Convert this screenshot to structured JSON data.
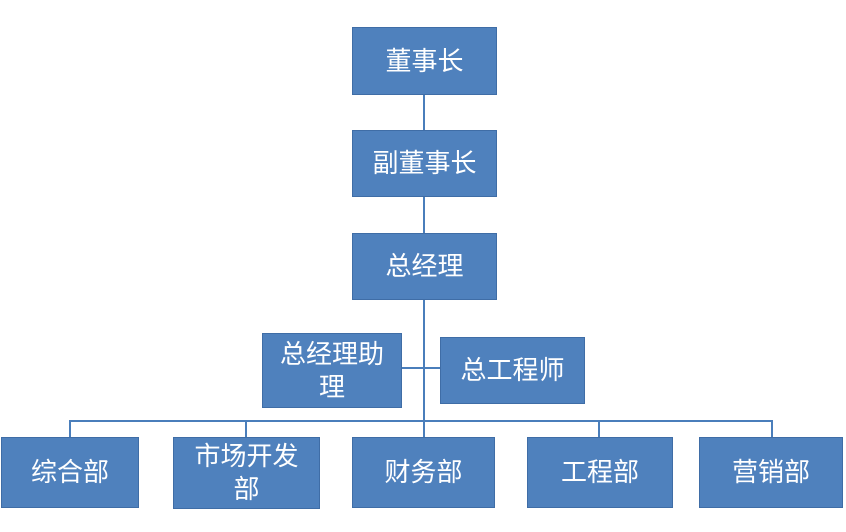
{
  "diagram": {
    "type": "org-chart",
    "background_color": "#ffffff",
    "node_fill_color": "#4f81bd",
    "node_border_color": "#3f6da6",
    "connector_color": "#4a7ebb",
    "text_color": "#ffffff"
  },
  "nodes": {
    "chairman": {
      "label": "董事长",
      "level": 1
    },
    "vice_chairman": {
      "label": "副董事长",
      "level": 2
    },
    "general_manager": {
      "label": "总经理",
      "level": 3
    },
    "gm_assistant": {
      "label": "总经理助理",
      "level": 4
    },
    "chief_engineer": {
      "label": "总工程师",
      "level": 4
    },
    "dept_general": {
      "label": "综合部",
      "level": 5
    },
    "dept_market_dev": {
      "label": "市场开发部",
      "level": 5
    },
    "dept_finance": {
      "label": "财务部",
      "level": 5
    },
    "dept_engineering": {
      "label": "工程部",
      "level": 5
    },
    "dept_marketing": {
      "label": "营销部",
      "level": 5
    }
  },
  "edges": [
    {
      "from": "董事长",
      "to": "副董事长"
    },
    {
      "from": "副董事长",
      "to": "总经理"
    },
    {
      "from": "总经理",
      "to": "总经理助理"
    },
    {
      "from": "总经理",
      "to": "总工程师"
    },
    {
      "from": "总经理",
      "to": "综合部"
    },
    {
      "from": "总经理",
      "to": "市场开发部"
    },
    {
      "from": "总经理",
      "to": "财务部"
    },
    {
      "from": "总经理",
      "to": "工程部"
    },
    {
      "from": "总经理",
      "to": "营销部"
    }
  ]
}
